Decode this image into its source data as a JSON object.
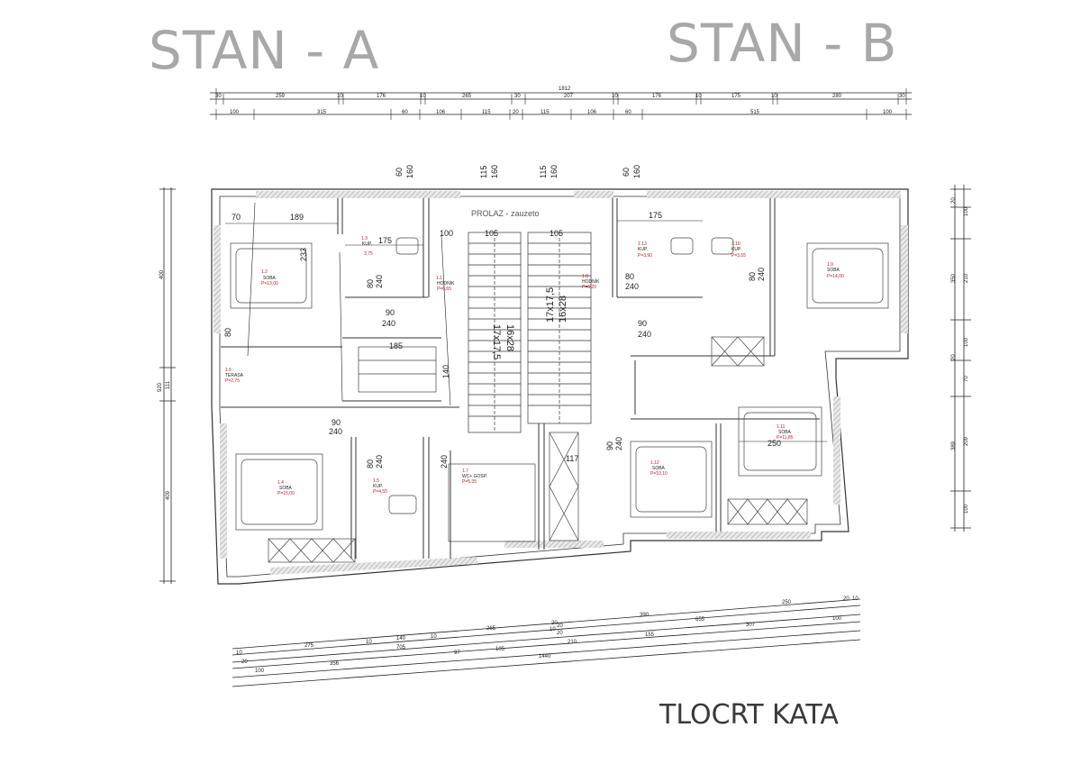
{
  "titles": {
    "stan_a": "STAN - A",
    "stan_b": "STAN - B",
    "footer": "TLOCRT KATA"
  },
  "top_dims": {
    "total": "1812",
    "row1": [
      "30",
      "259",
      "10",
      "176",
      "10",
      "265",
      "30",
      "207",
      "10",
      "176",
      "10",
      "175",
      "10",
      "280",
      "30"
    ],
    "row2": [
      "100",
      "315",
      "60",
      "106",
      "115",
      "20",
      "115",
      "106",
      "60",
      "515",
      "100"
    ]
  },
  "left_dims": [
    "400",
    "920",
    "111",
    "409"
  ],
  "right_dims": [
    "20",
    "100",
    "350",
    "210",
    "100",
    "20",
    "70",
    "209",
    "389",
    "100"
  ],
  "bottom_dims": {
    "row1": [
      "250",
      "20",
      "10"
    ],
    "row2": [
      "390",
      "655",
      "100"
    ],
    "row3": [
      "265",
      "20",
      "307"
    ],
    "row4": [
      "275",
      "10",
      "140",
      "10",
      "10",
      "20"
    ],
    "row5": [
      "705",
      "20",
      "210",
      "155"
    ],
    "row6": [
      "356",
      "97",
      "105",
      "10",
      "20"
    ],
    "row7": [
      "100",
      "1440"
    ]
  },
  "rooms": [
    {
      "id": "1.2",
      "name": "SOBA",
      "area": "P=13,00"
    },
    {
      "id": "1.3",
      "name": "KUP.",
      "area": "3,75"
    },
    {
      "id": "1.1",
      "name": "HODNIK",
      "area": "P=6,65"
    },
    {
      "id": "1.8",
      "name": "HODNIK",
      "area": "P=6,20"
    },
    {
      "id": "1.13",
      "name": "KUP.",
      "area": "P=3,90"
    },
    {
      "id": "1.10",
      "name": "KUP.",
      "area": "P=3,55"
    },
    {
      "id": "1.9",
      "name": "SOBA",
      "area": "P=14,00"
    },
    {
      "id": "1.6",
      "name": "TERASA",
      "area": "P=2,75"
    },
    {
      "id": "1.4",
      "name": "SOBA",
      "area": "P=15,00"
    },
    {
      "id": "1.5",
      "name": "KUP.",
      "area": "P=4,55"
    },
    {
      "id": "1.7",
      "name": "WC+ GOSP.",
      "area": "P=5,35"
    },
    {
      "id": "1.12",
      "name": "SOBA",
      "area": "P=10,10"
    },
    {
      "id": "1.11",
      "name": "SOBA",
      "area": "P=11,85"
    }
  ],
  "door_labels": {
    "d90": "90",
    "d240": "240",
    "d80": "80",
    "d100": "100",
    "d70": "70",
    "d189": "189",
    "d175": "175",
    "d185": "185",
    "d105": "105",
    "d233": "233",
    "d140": "140",
    "d250": "250",
    "d60": "60",
    "d160": "160",
    "d115": "115",
    "d117": "117"
  },
  "prolaz": "PROLAZ - zauzeto",
  "stairs": {
    "left": "16x28",
    "left2": "17x17,5",
    "right": "16x28",
    "right2": "17x17,5"
  }
}
